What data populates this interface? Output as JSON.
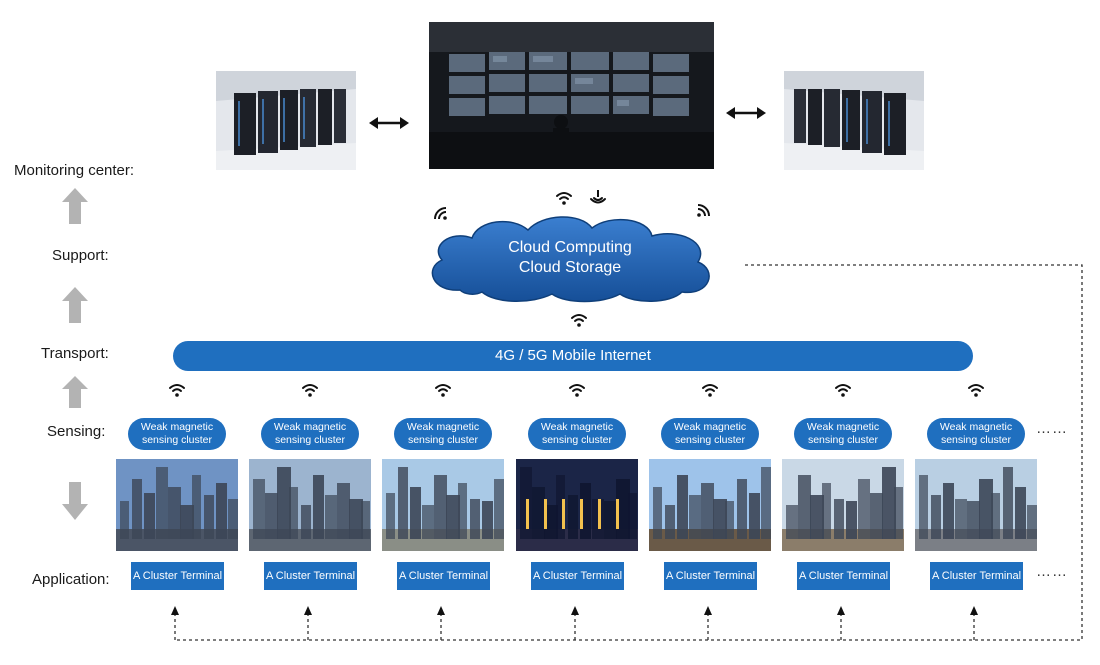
{
  "layers": {
    "monitoring": "Monitoring center:",
    "support": "Support:",
    "transport": "Transport:",
    "sensing": "Sensing:",
    "application": "Application:"
  },
  "cloud": {
    "line1": "Cloud Computing",
    "line2": "Cloud Storage"
  },
  "network": {
    "label": "4G / 5G Mobile Internet"
  },
  "clusters": [
    {
      "line1": "Weak magnetic",
      "line2": "sensing cluster",
      "terminal": "A Cluster Terminal"
    },
    {
      "line1": "Weak magnetic",
      "line2": "sensing cluster",
      "terminal": "A Cluster Terminal"
    },
    {
      "line1": "Weak magnetic",
      "line2": "sensing cluster",
      "terminal": "A Cluster Terminal"
    },
    {
      "line1": "Weak magnetic",
      "line2": "sensing cluster",
      "terminal": "A Cluster Terminal"
    },
    {
      "line1": "Weak magnetic",
      "line2": "sensing cluster",
      "terminal": "A Cluster Terminal"
    },
    {
      "line1": "Weak magnetic",
      "line2": "sensing cluster",
      "terminal": "A Cluster Terminal"
    },
    {
      "line1": "Weak magnetic",
      "line2": "sensing cluster",
      "terminal": "A Cluster Terminal"
    }
  ],
  "ellipsis": "……",
  "colors": {
    "accent": "#1f6fbf",
    "arrow_gray": "#b3b3b3",
    "cloud_fill": "#1e5fad"
  }
}
